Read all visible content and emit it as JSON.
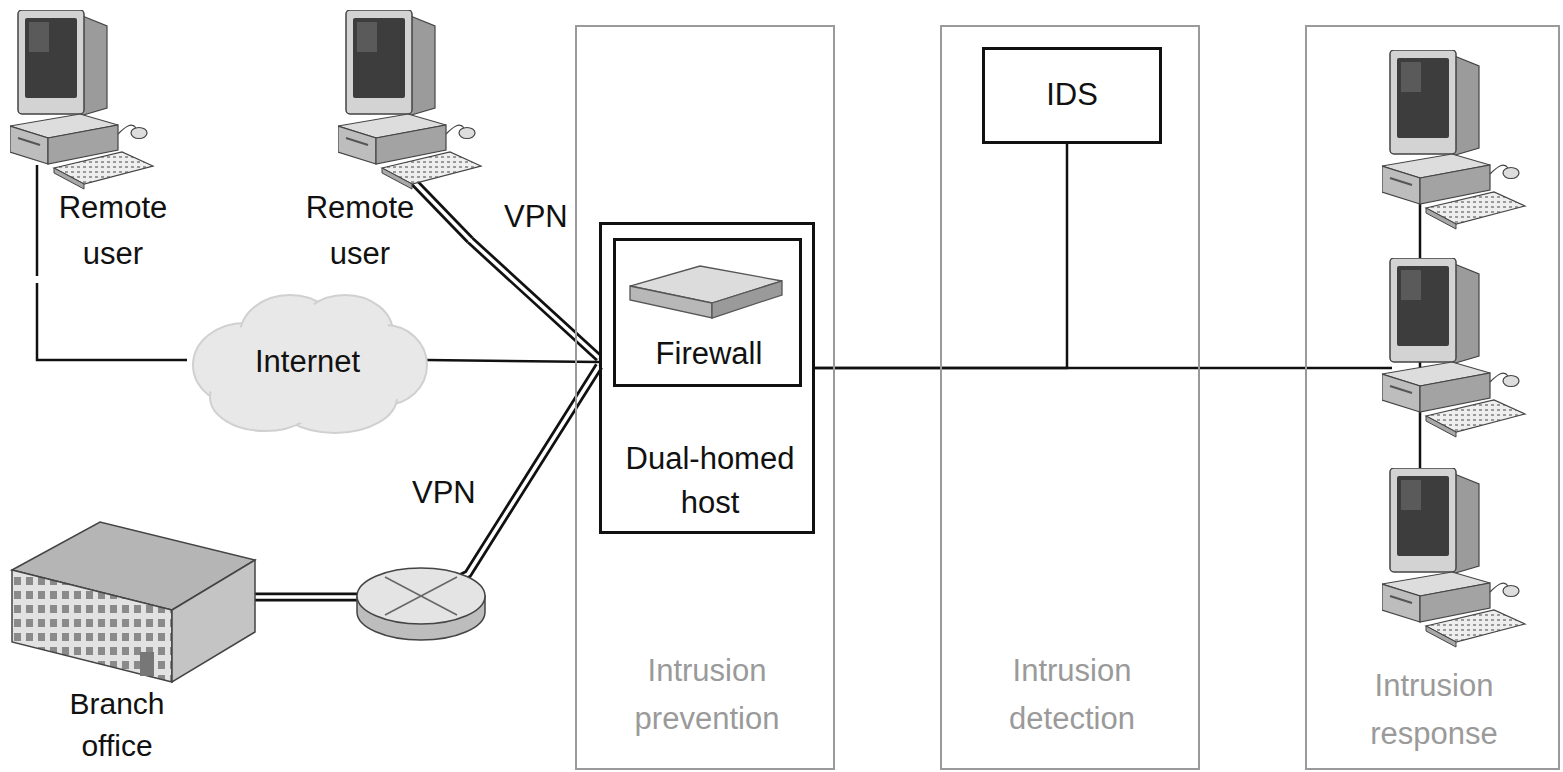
{
  "diagram": {
    "nodes": [
      {
        "text": [
          "Remote user"
        ]
      },
      {
        "text": [
          "Remote user"
        ]
      },
      {
        "text": [
          "Internet"
        ]
      },
      {
        "text": [
          "Branch office"
        ]
      },
      {
        "text": [
          "Intrusion prevention"
        ]
      },
      {
        "text": [
          "Dual-homed host"
        ],
        "in": 4
      },
      {
        "text": [
          "Firewall"
        ],
        "in": 5
      },
      {
        "text": [
          "Intrusion detection"
        ]
      },
      {
        "text": [
          "IDS"
        ],
        "in": 7
      },
      {
        "text": [
          "Intrusion response"
        ]
      }
    ],
    "edges": [
      {
        "from": 0,
        "to": 2,
        "arrow": "none"
      },
      {
        "from": 2,
        "to": 5,
        "arrow": "none"
      },
      {
        "from": 1,
        "to": 5,
        "label": "VPN",
        "arrow": "none"
      },
      {
        "from": 3,
        "to": 5,
        "label": "VPN",
        "arrow": "none"
      },
      {
        "from": 5,
        "to": 8,
        "arrow": "none"
      },
      {
        "from": 5,
        "to": 9,
        "arrow": "none"
      }
    ]
  }
}
